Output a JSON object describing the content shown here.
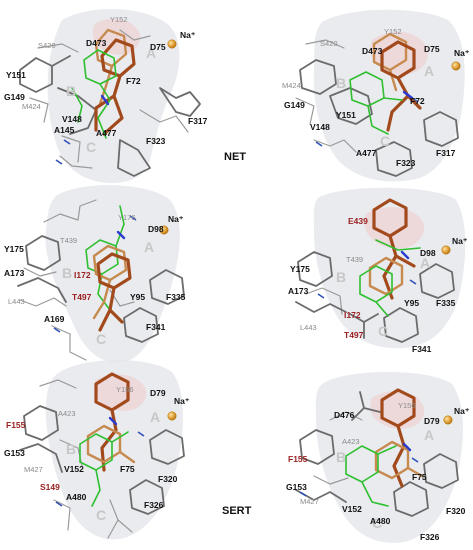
{
  "protein_labels": {
    "net": "NET",
    "sert": "SERT"
  },
  "site_labels": {
    "a": "A",
    "b": "B",
    "c": "C"
  },
  "ion_label": "Na⁺",
  "panels": {
    "net_left": {
      "residues": [
        "Y152",
        "D473",
        "S420",
        "D75",
        "Y151",
        "F72",
        "G149",
        "M424",
        "V148",
        "A477",
        "A145",
        "F317",
        "F323"
      ]
    },
    "net_right": {
      "residues": [
        "Y152",
        "D473",
        "S420",
        "D75",
        "M424",
        "G149",
        "Y151",
        "F72",
        "V148",
        "A477",
        "F323",
        "F317"
      ]
    },
    "dat_left": {
      "residues": [
        "Y176",
        "D98",
        "Y175",
        "T439",
        "A173",
        "I172",
        "L443",
        "T497",
        "Y95",
        "F335",
        "A169",
        "F341"
      ]
    },
    "dat_right": {
      "residues": [
        "E439",
        "D98",
        "Y175",
        "T439",
        "A173",
        "Y95",
        "I172",
        "L443",
        "T497",
        "F335",
        "F341"
      ]
    },
    "sert_left": {
      "residues": [
        "Y156",
        "D79",
        "A423",
        "F155",
        "G153",
        "M427",
        "V152",
        "F75",
        "S149",
        "A480",
        "F320",
        "F326"
      ]
    },
    "sert_right": {
      "residues": [
        "D476",
        "Y156",
        "D79",
        "A423",
        "F155",
        "G153",
        "M427",
        "F75",
        "V152",
        "A480",
        "F320",
        "F326"
      ]
    }
  }
}
